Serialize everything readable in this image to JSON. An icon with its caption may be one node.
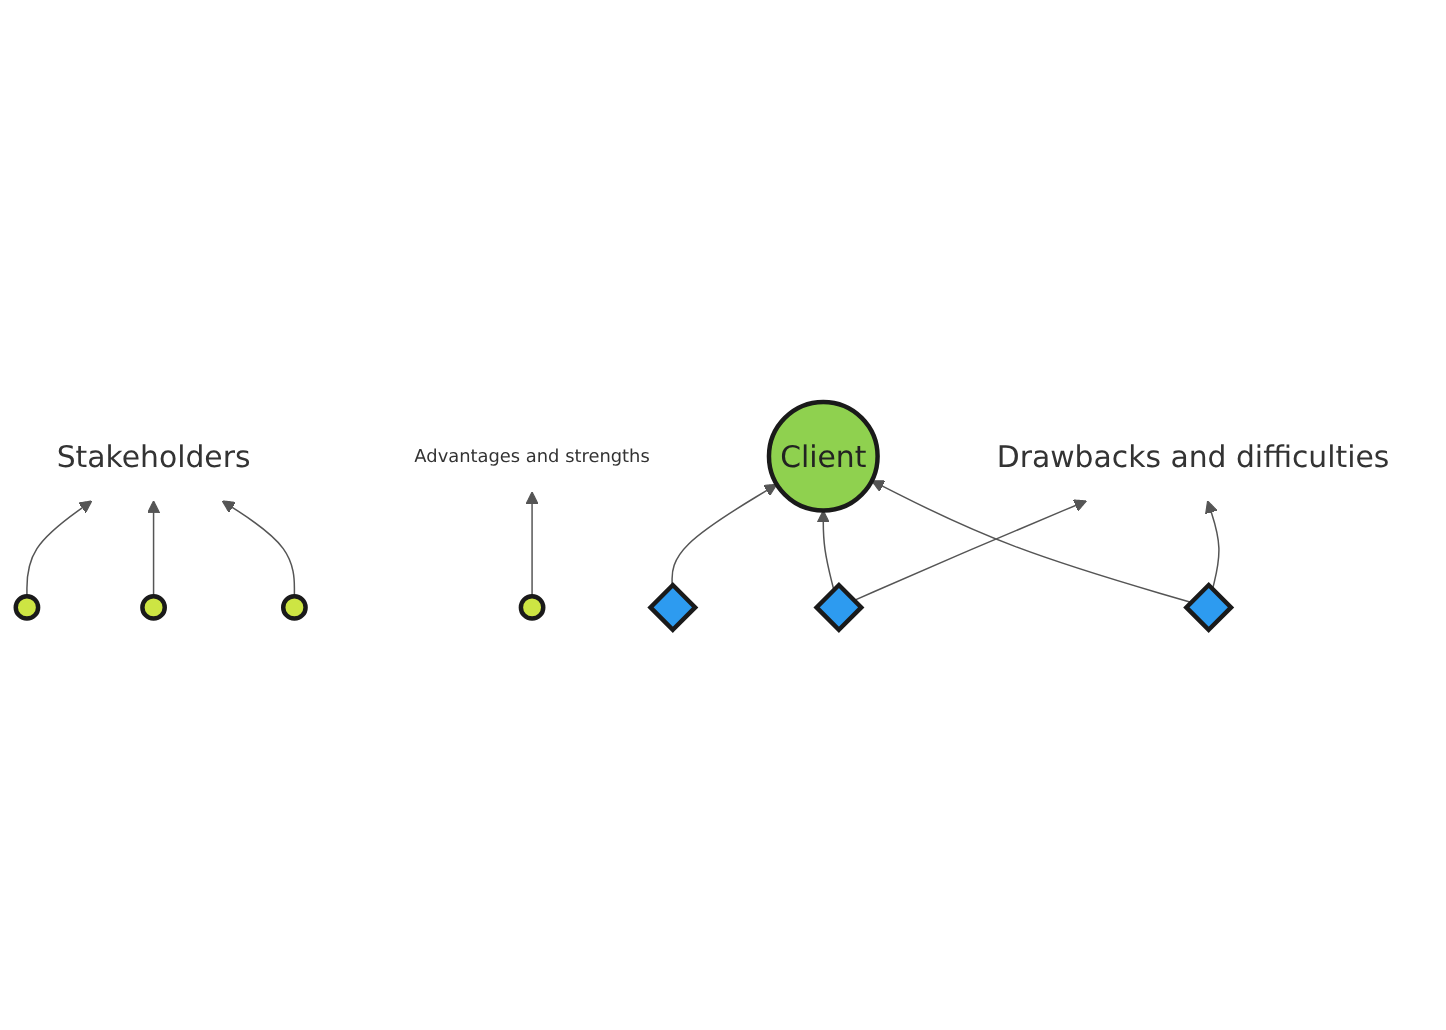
{
  "diagram": {
    "nodes": [
      {
        "text": [
          "Stakeholders"
        ]
      },
      {
        "text": [],
        "shape": "circle"
      },
      {
        "text": [],
        "shape": "circle"
      },
      {
        "text": [],
        "shape": "circle"
      },
      {
        "text": [
          "Advantages and strengths"
        ]
      },
      {
        "text": [],
        "shape": "circle"
      },
      {
        "text": [
          "Client"
        ]
      },
      {
        "text": [
          "Drawbacks and difficulties"
        ]
      },
      {
        "text": [],
        "shape": "diamond"
      },
      {
        "text": [],
        "shape": "diamond"
      },
      {
        "text": [],
        "shape": "diamond"
      }
    ],
    "edges": [
      {
        "from": 1,
        "to": 0,
        "arrow": "to"
      },
      {
        "from": 2,
        "to": 0,
        "arrow": "to"
      },
      {
        "from": 3,
        "to": 0,
        "arrow": "to"
      },
      {
        "from": 5,
        "to": 4,
        "arrow": "to"
      },
      {
        "from": 8,
        "to": 6,
        "arrow": "to"
      },
      {
        "from": 9,
        "to": 6,
        "arrow": "to"
      },
      {
        "from": 10,
        "to": 6,
        "arrow": "to"
      },
      {
        "from": 10,
        "to": 7,
        "arrow": "to"
      },
      {
        "from": 9,
        "to": 7,
        "arrow": "to"
      }
    ]
  }
}
